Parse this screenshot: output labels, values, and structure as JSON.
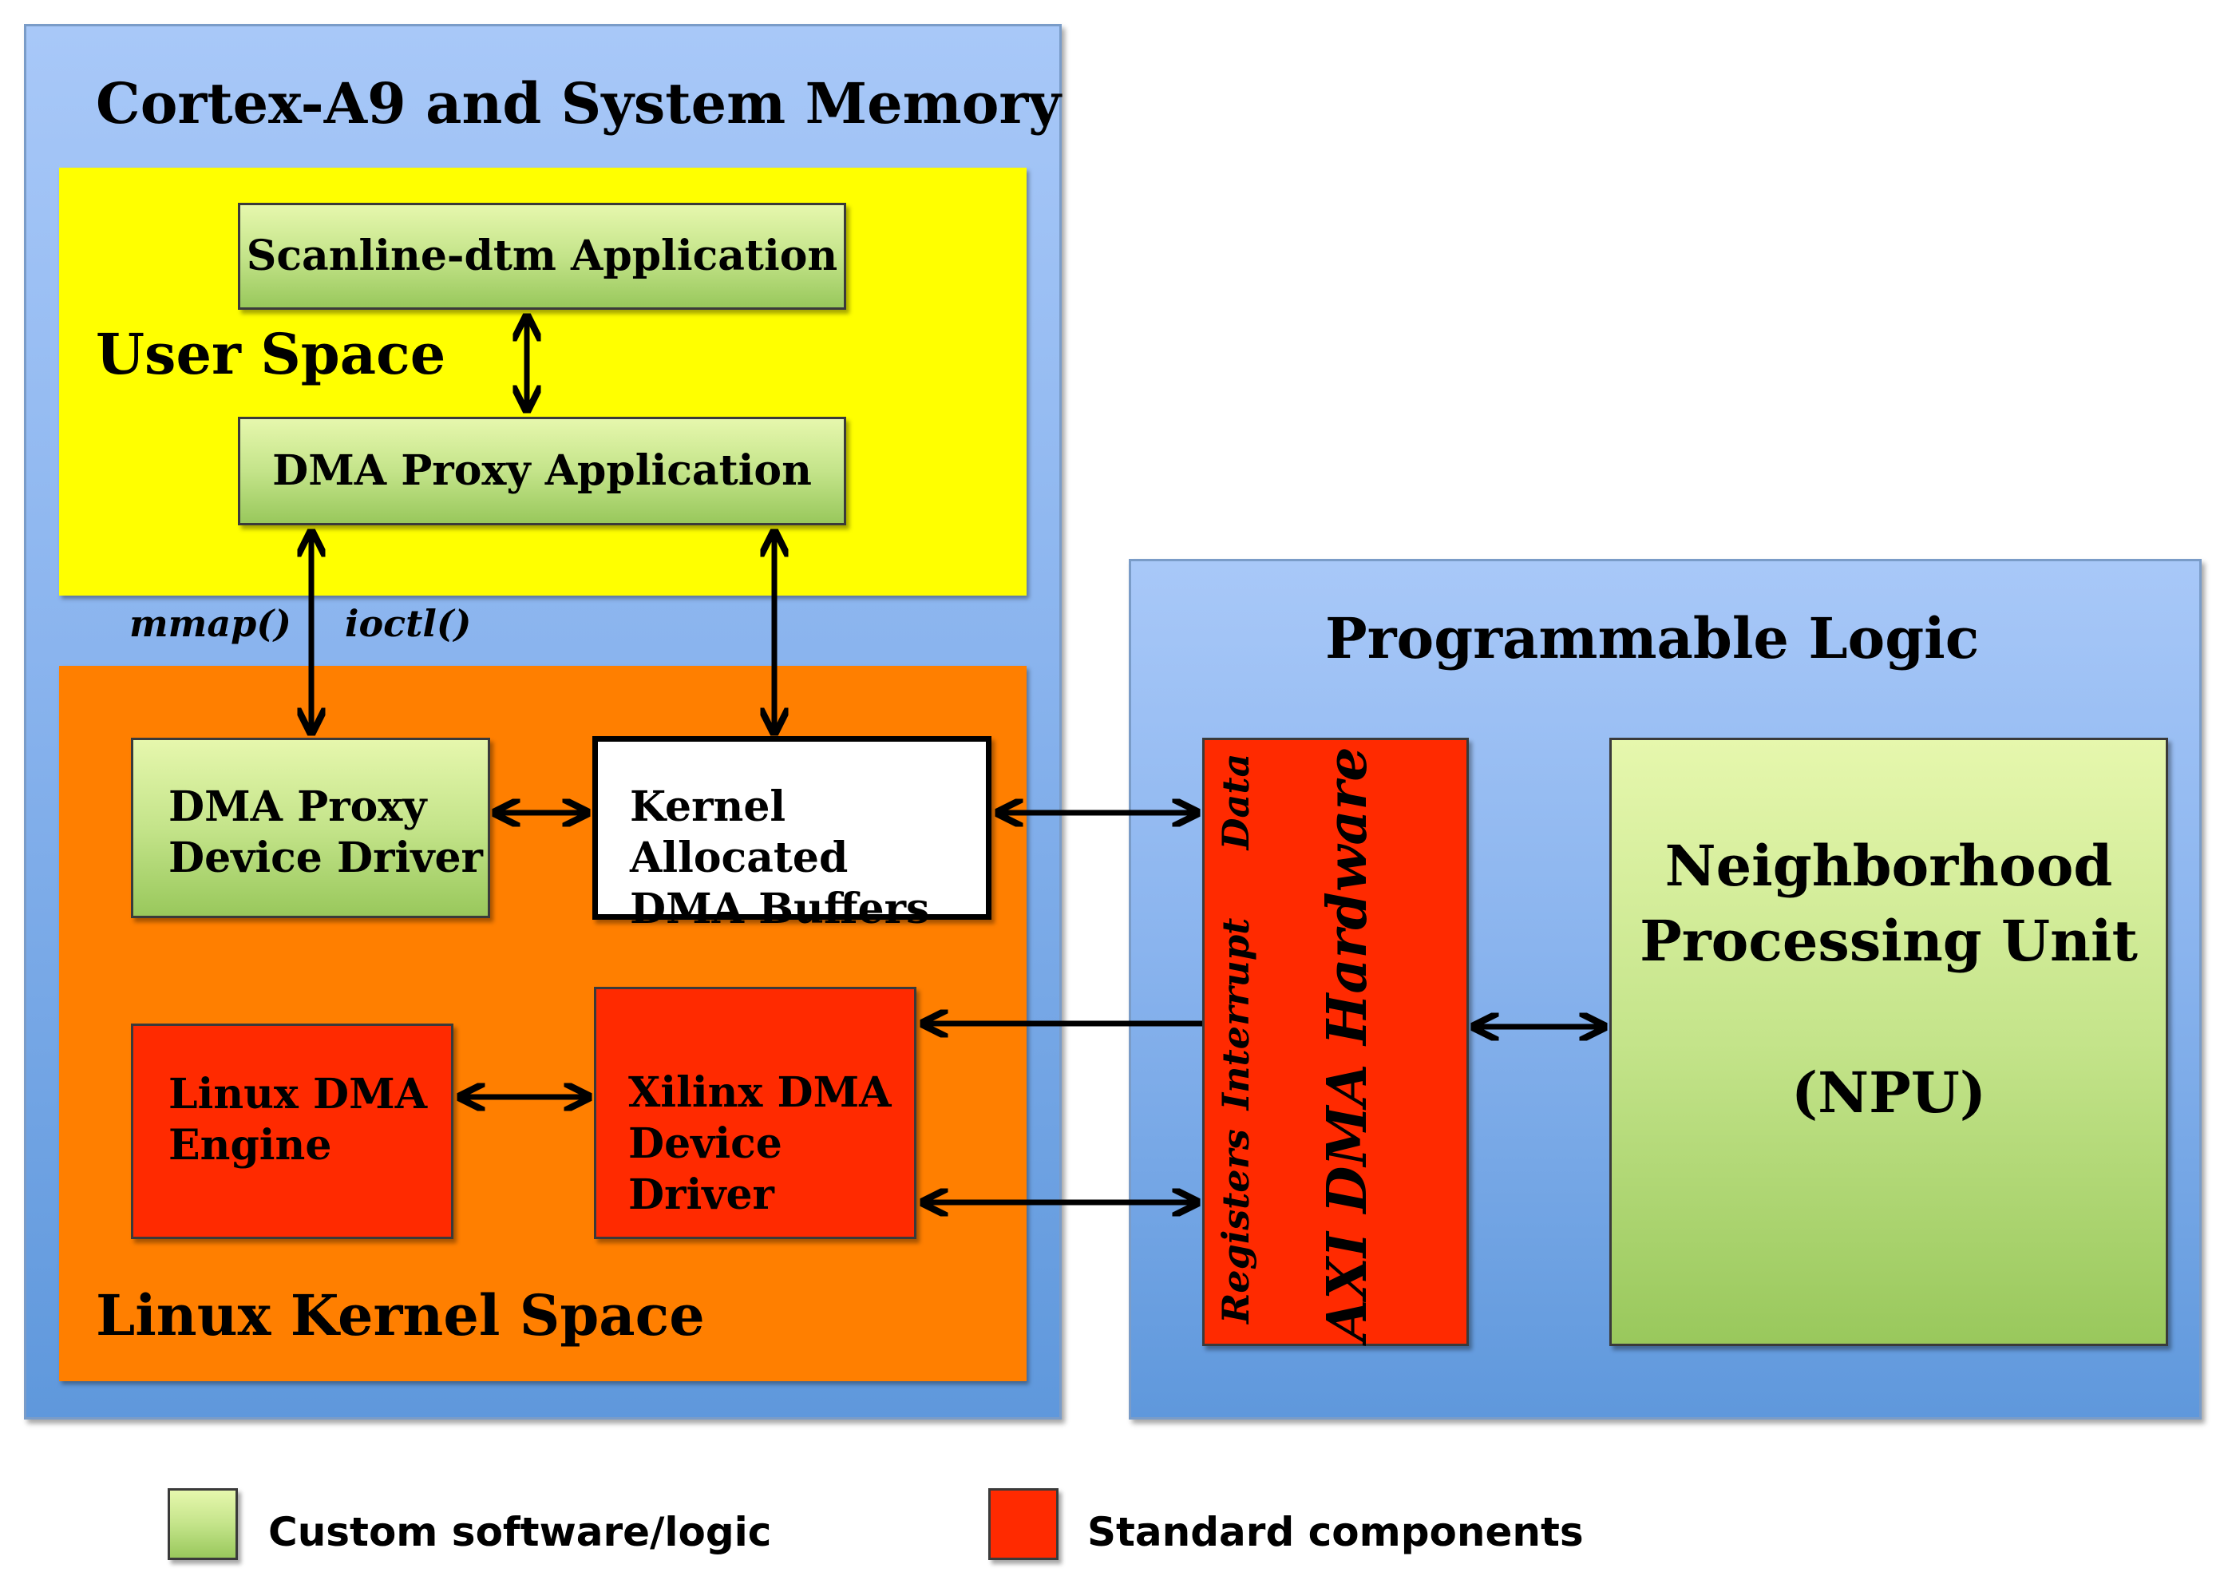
{
  "cortex": {
    "title": "Cortex-A9 and System Memory"
  },
  "user_space": {
    "label": "User Space",
    "scanline_app": "Scanline-dtm Application",
    "dma_proxy_app": "DMA Proxy Application"
  },
  "interfaces": {
    "mmap": "mmap()",
    "ioctl": "ioctl()"
  },
  "kernel_space": {
    "label": "Linux Kernel Space",
    "dma_proxy_driver": [
      "DMA Proxy",
      "Device Driver"
    ],
    "kernel_buffers": [
      "Kernel Allocated",
      "DMA Buffers"
    ],
    "linux_dma_engine": [
      "Linux DMA",
      "Engine"
    ],
    "xilinx_dma_driver": [
      "Xilinx DMA",
      "Device Driver"
    ]
  },
  "programmable_logic": {
    "title": "Programmable Logic",
    "axi_dma": "AXI DMA Hardware",
    "ports": {
      "data": "Data",
      "interrupt": "Interrupt",
      "registers": "Registers"
    },
    "npu": {
      "line1": "Neighborhood",
      "line2": "Processing Unit",
      "line3": "(NPU)"
    }
  },
  "legend": {
    "custom": "Custom software/logic",
    "standard": "Standard components"
  },
  "colors": {
    "custom_green": "#c4e48a",
    "standard_red": "#ff2a00",
    "user_space_yellow": "#ffff00",
    "kernel_space_orange": "#ff7f00",
    "panel_blue": "#8ab4ee"
  }
}
